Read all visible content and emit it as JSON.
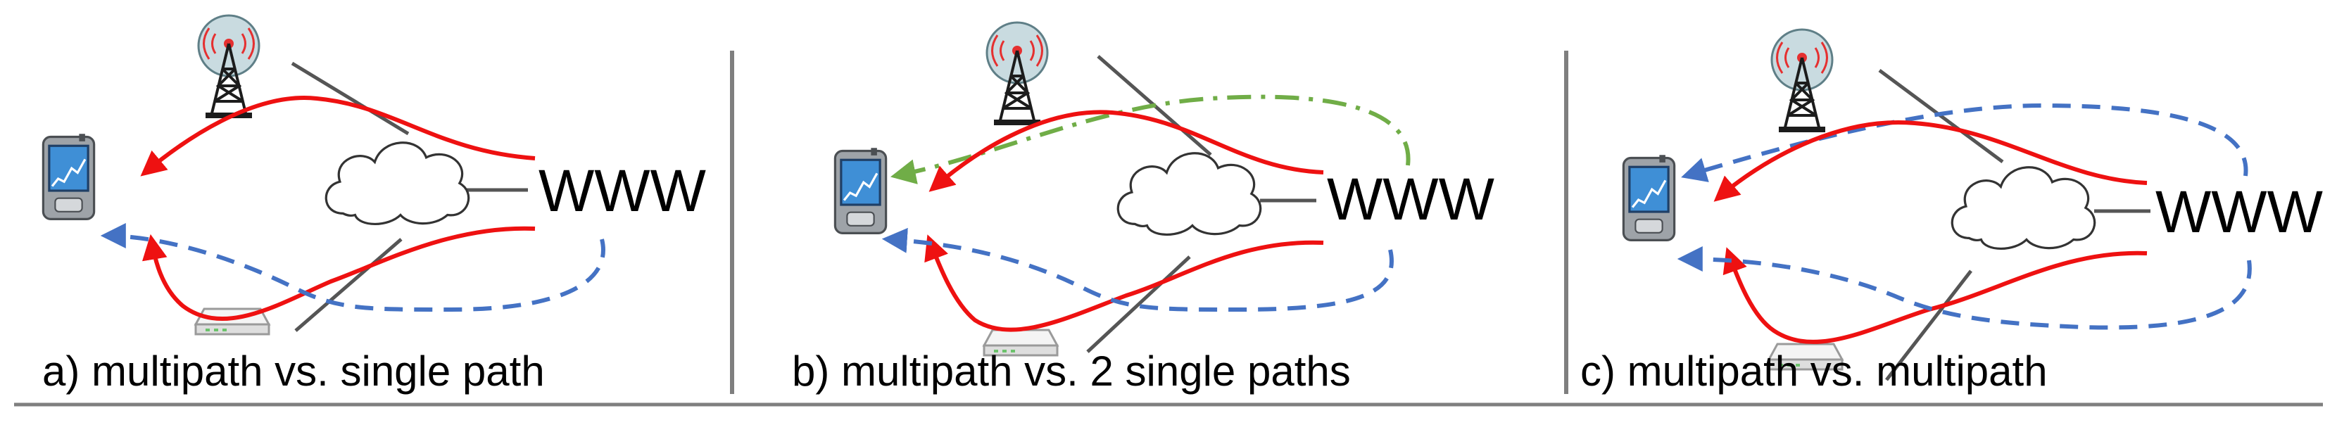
{
  "colors": {
    "mptcp": "#ee1111",
    "single_path": "#4472c4",
    "second_path": "#70ad47",
    "divider": "#7f7f7f",
    "link": "#555555"
  },
  "icons": [
    "cell-tower-icon",
    "wifi-router-icon",
    "internet-cloud-icon",
    "smartphone-icon"
  ],
  "panels": [
    {
      "id": "a",
      "caption": "a) multipath vs. single path",
      "server_label": "WWW"
    },
    {
      "id": "b",
      "caption": "b) multipath vs. 2 single paths",
      "server_label": "WWW"
    },
    {
      "id": "c",
      "caption": "c) multipath  vs. multipath",
      "server_label": "WWW"
    }
  ]
}
